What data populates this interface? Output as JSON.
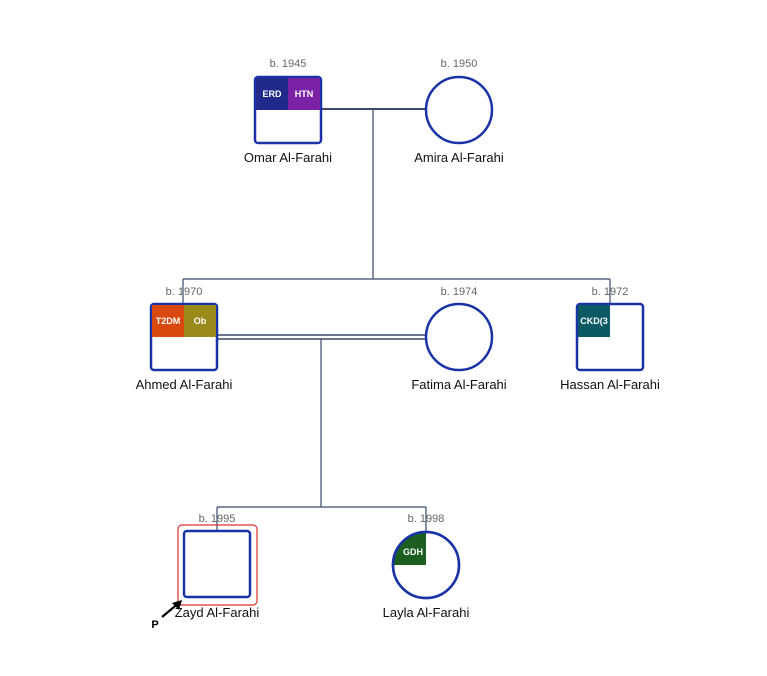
{
  "colors": {
    "node_stroke": "#1a33a6",
    "line": "#3a4a6a",
    "proband_box": "#e03030",
    "ERD": "#1f2a8a",
    "HTN": "#7a22a6",
    "T2DM": "#d9480f",
    "Ob": "#9a8a1a",
    "CKD3": "#0b5a63",
    "GDH": "#1b5e20"
  },
  "people": {
    "omar": {
      "name": "Omar Al-Farahi",
      "year": "b. 1945",
      "sex": "male",
      "conditions": [
        "ERD",
        "HTN"
      ]
    },
    "amira": {
      "name": "Amira Al-Farahi",
      "year": "b. 1950",
      "sex": "female",
      "conditions": []
    },
    "ahmed": {
      "name": "Ahmed Al-Farahi",
      "year": "b. 1970",
      "sex": "male",
      "conditions": [
        "T2DM",
        "Ob"
      ]
    },
    "fatima": {
      "name": "Fatima Al-Farahi",
      "year": "b. 1974",
      "sex": "female",
      "conditions": []
    },
    "hassan": {
      "name": "Hassan Al-Farahi",
      "year": "b. 1972",
      "sex": "male",
      "conditions": [
        "CKD(3"
      ]
    },
    "zayd": {
      "name": "Zayd Al-Farahi",
      "year": "b. 1995",
      "sex": "male",
      "conditions": [],
      "proband": true
    },
    "layla": {
      "name": "Layla Al-Farahi",
      "year": "b. 1998",
      "sex": "female",
      "conditions": [
        "GDH"
      ]
    }
  },
  "proband_marker": "P"
}
